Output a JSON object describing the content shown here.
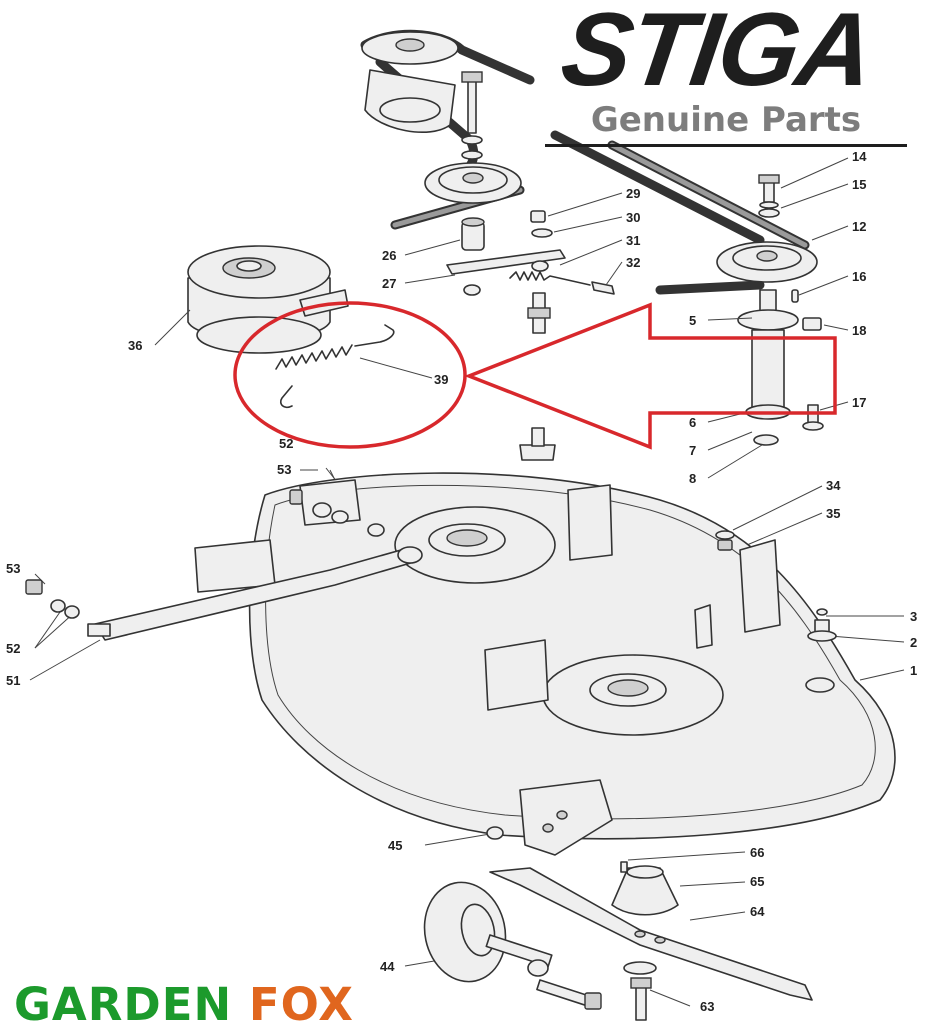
{
  "branding": {
    "brand": "STIGA",
    "tagline": "Genuine Parts",
    "retailer_part1": "GARDEN",
    "retailer_part2": "FOX"
  },
  "highlight": {
    "part_number": "39",
    "color": "#d8282c"
  },
  "colors": {
    "stiga": "#1e1e1e",
    "genuine": "#7d7d7d",
    "garden": "#1c9a2c",
    "fox": "#e0661e",
    "line": "#333333"
  },
  "callouts": [
    {
      "label": "14"
    },
    {
      "label": "15"
    },
    {
      "label": "12"
    },
    {
      "label": "16"
    },
    {
      "label": "18"
    },
    {
      "label": "17"
    },
    {
      "label": "29"
    },
    {
      "label": "30"
    },
    {
      "label": "31"
    },
    {
      "label": "32"
    },
    {
      "label": "26"
    },
    {
      "label": "27"
    },
    {
      "label": "36"
    },
    {
      "label": "5"
    },
    {
      "label": "6"
    },
    {
      "label": "7"
    },
    {
      "label": "8"
    },
    {
      "label": "52"
    },
    {
      "label": "53"
    },
    {
      "label": "34"
    },
    {
      "label": "35"
    },
    {
      "label": "53"
    },
    {
      "label": "52"
    },
    {
      "label": "51"
    },
    {
      "label": "3"
    },
    {
      "label": "2"
    },
    {
      "label": "1"
    },
    {
      "label": "45"
    },
    {
      "label": "66"
    },
    {
      "label": "65"
    },
    {
      "label": "64"
    },
    {
      "label": "44"
    },
    {
      "label": "63"
    }
  ]
}
